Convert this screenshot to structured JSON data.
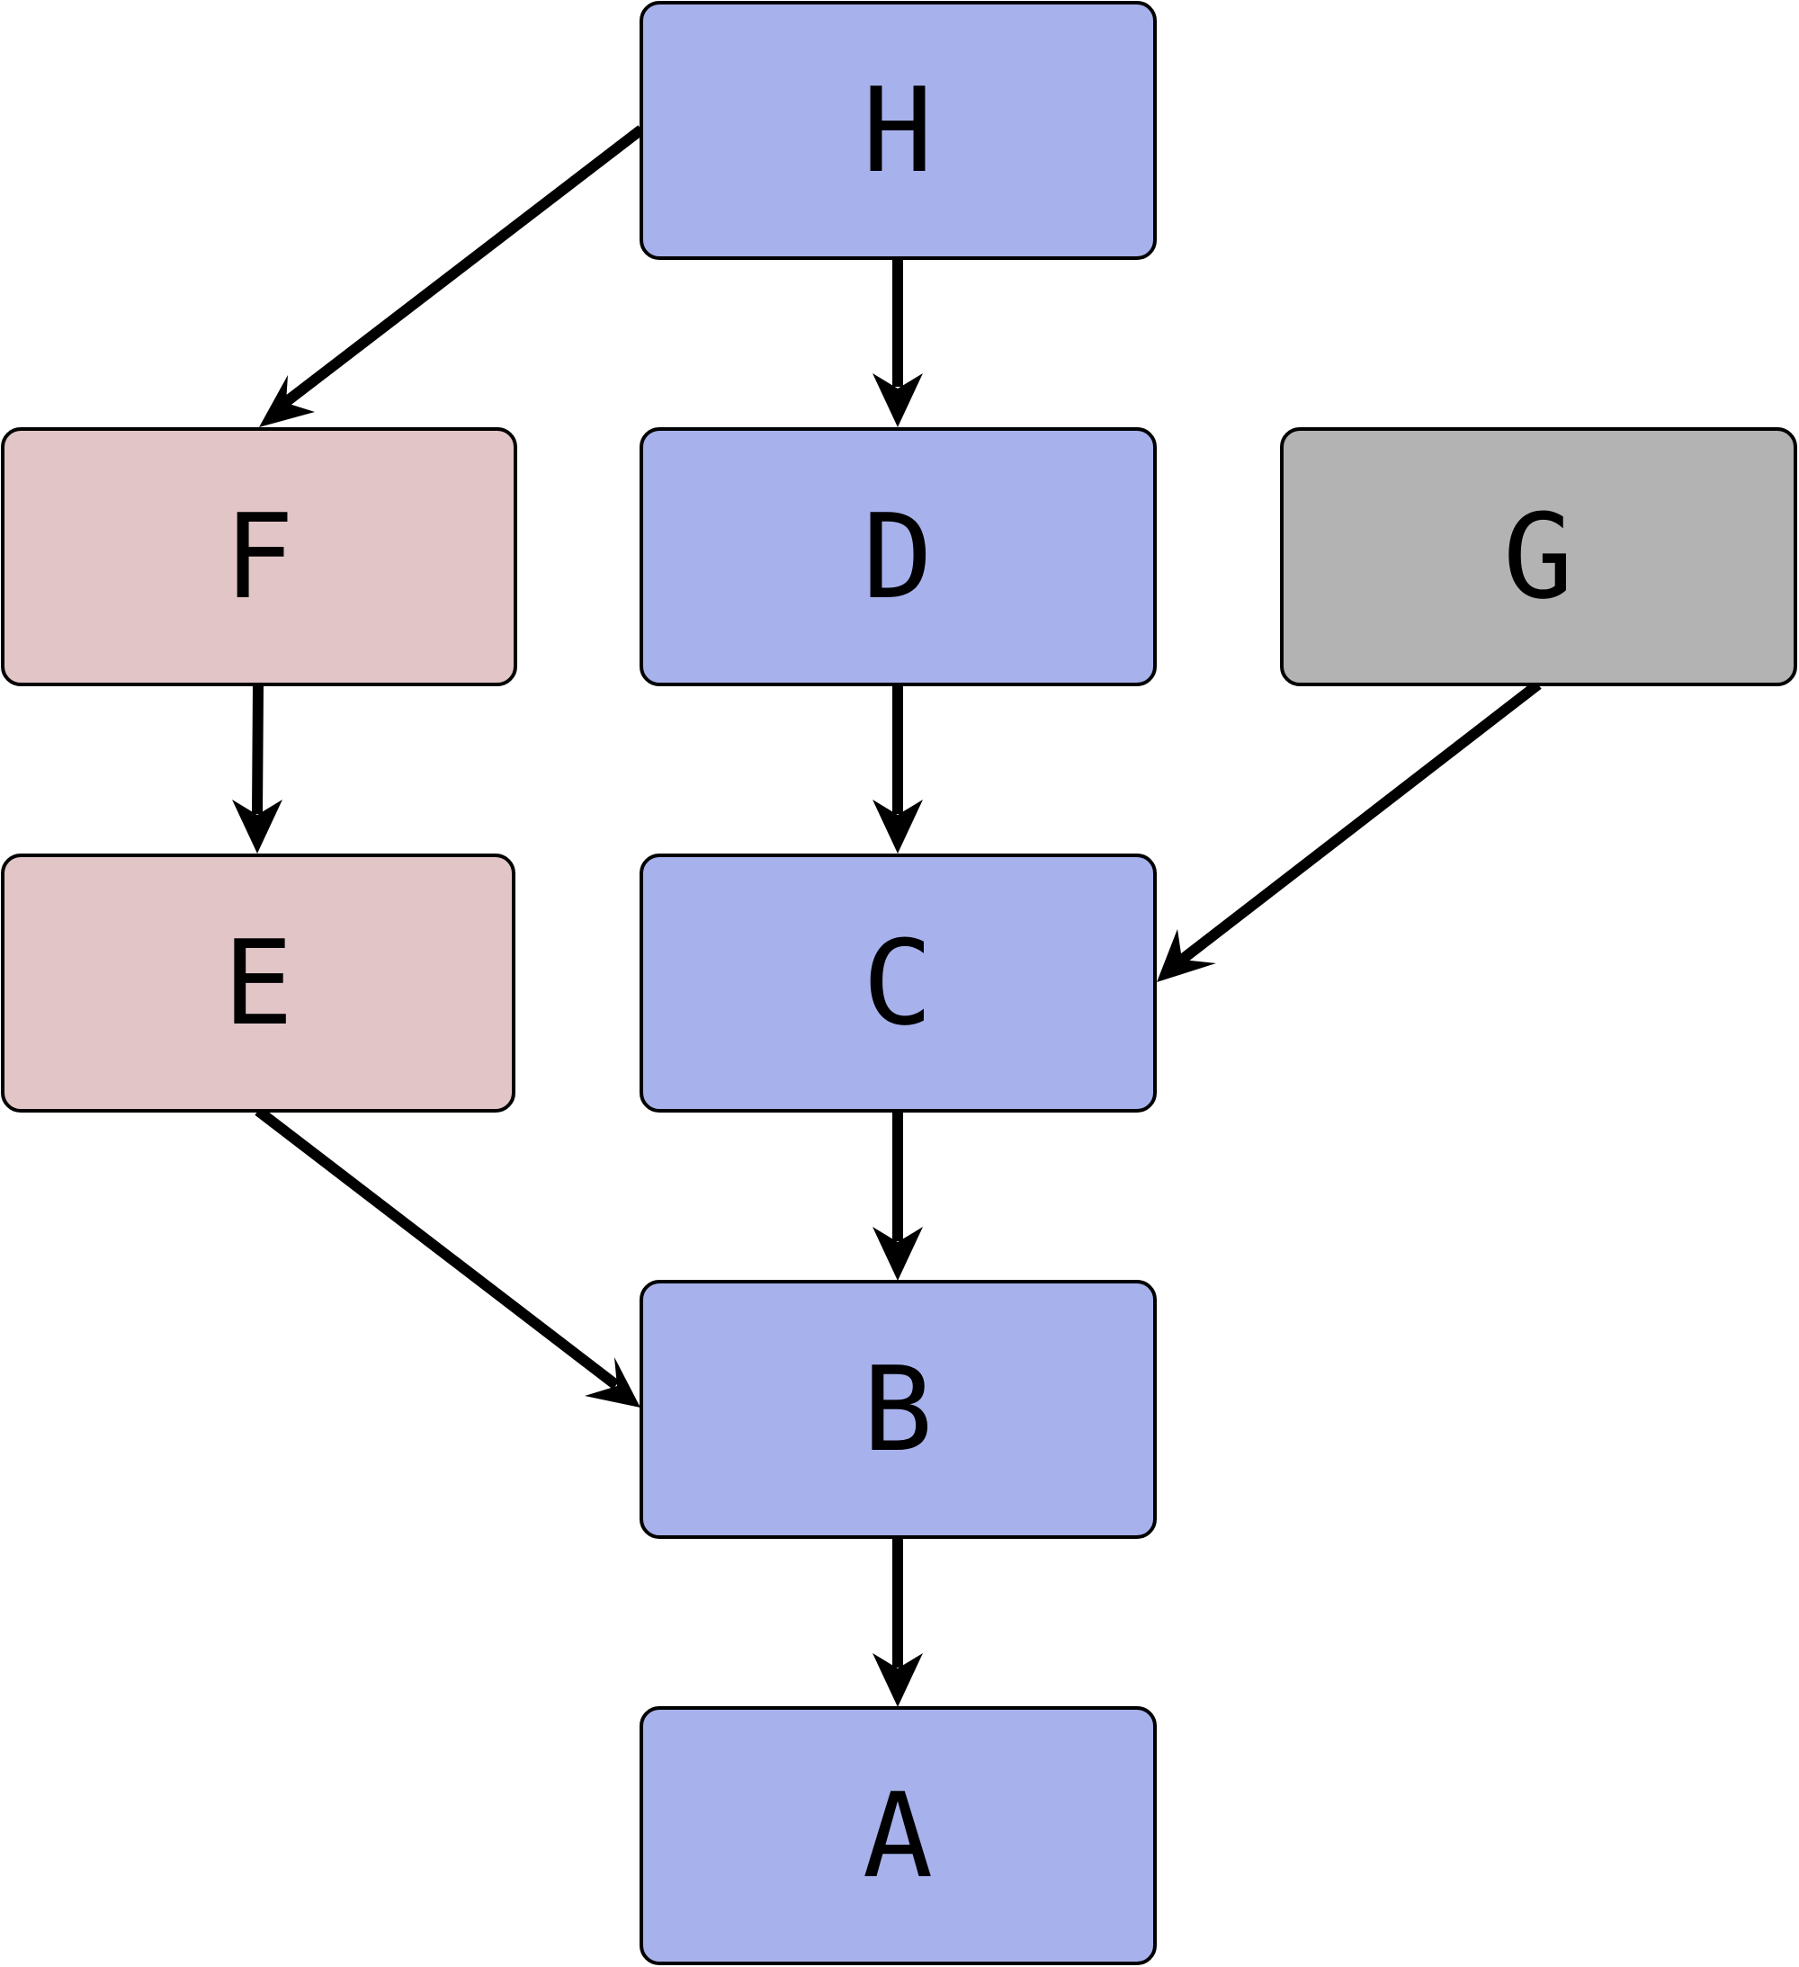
{
  "colors": {
    "blue": "#a7b2ec",
    "pink": "#e2c6c7",
    "gray": "#b3b3b3"
  },
  "nodes": {
    "H": {
      "label": "H",
      "color": "blue"
    },
    "F": {
      "label": "F",
      "color": "pink"
    },
    "D": {
      "label": "D",
      "color": "blue"
    },
    "G": {
      "label": "G",
      "color": "gray"
    },
    "E": {
      "label": "E",
      "color": "pink"
    },
    "C": {
      "label": "C",
      "color": "blue"
    },
    "B": {
      "label": "B",
      "color": "blue"
    },
    "A": {
      "label": "A",
      "color": "blue"
    }
  },
  "edges": [
    {
      "from": "H",
      "to": "F"
    },
    {
      "from": "H",
      "to": "D"
    },
    {
      "from": "F",
      "to": "E"
    },
    {
      "from": "D",
      "to": "C"
    },
    {
      "from": "G",
      "to": "C"
    },
    {
      "from": "E",
      "to": "B"
    },
    {
      "from": "C",
      "to": "B"
    },
    {
      "from": "B",
      "to": "A"
    }
  ]
}
